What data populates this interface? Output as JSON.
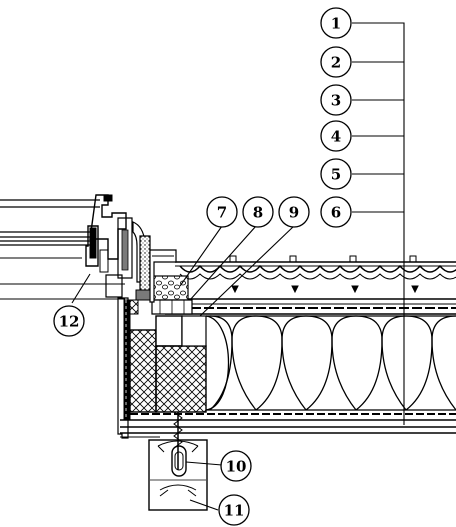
{
  "callouts": [
    {
      "id": "1",
      "text": "1"
    },
    {
      "id": "2",
      "text": "2"
    },
    {
      "id": "3",
      "text": "3"
    },
    {
      "id": "4",
      "text": "4"
    },
    {
      "id": "5",
      "text": "5"
    },
    {
      "id": "6",
      "text": "6"
    },
    {
      "id": "7",
      "text": "7"
    },
    {
      "id": "8",
      "text": "8"
    },
    {
      "id": "9",
      "text": "9"
    },
    {
      "id": "10",
      "text": "10"
    },
    {
      "id": "11",
      "text": "11"
    },
    {
      "id": "12",
      "text": "12"
    }
  ],
  "colors": {
    "ink": "#000000",
    "paper": "#ffffff",
    "fill_dark": "#7a7a7a"
  }
}
